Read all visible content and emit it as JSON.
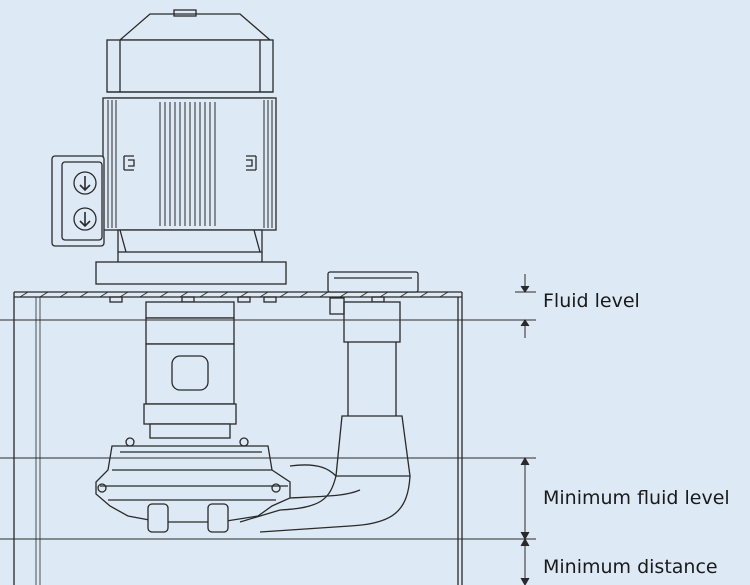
{
  "labels": {
    "fluid_level": "Fluid level",
    "minimum_fluid_level": "Minimum fluid level",
    "minimum_distance": "Minimum distance"
  },
  "colors": {
    "background": "#dde9f5",
    "line": "#2a2a2a"
  }
}
